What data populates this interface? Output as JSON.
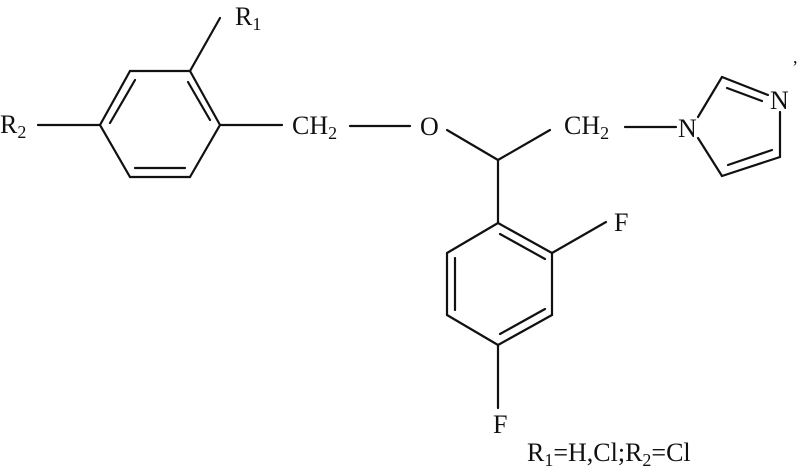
{
  "diagram": {
    "type": "chemical-structure",
    "atoms": {
      "r1": {
        "label": "R",
        "sub": "1"
      },
      "r2": {
        "label": "R",
        "sub": "2"
      },
      "ch2_left": {
        "label": "CH",
        "sub": "2"
      },
      "oxygen": {
        "label": "O"
      },
      "ch2_right": {
        "label": "CH",
        "sub": "2"
      },
      "n1": {
        "label": "N"
      },
      "n3": {
        "label": "N"
      },
      "f_ortho": {
        "label": "F"
      },
      "f_para": {
        "label": "F"
      }
    },
    "caption": {
      "p1": "R",
      "s1": "1",
      "p2": "=H,Cl;R",
      "s2": "2",
      "p3": "=Cl"
    },
    "stray_mark": ","
  }
}
